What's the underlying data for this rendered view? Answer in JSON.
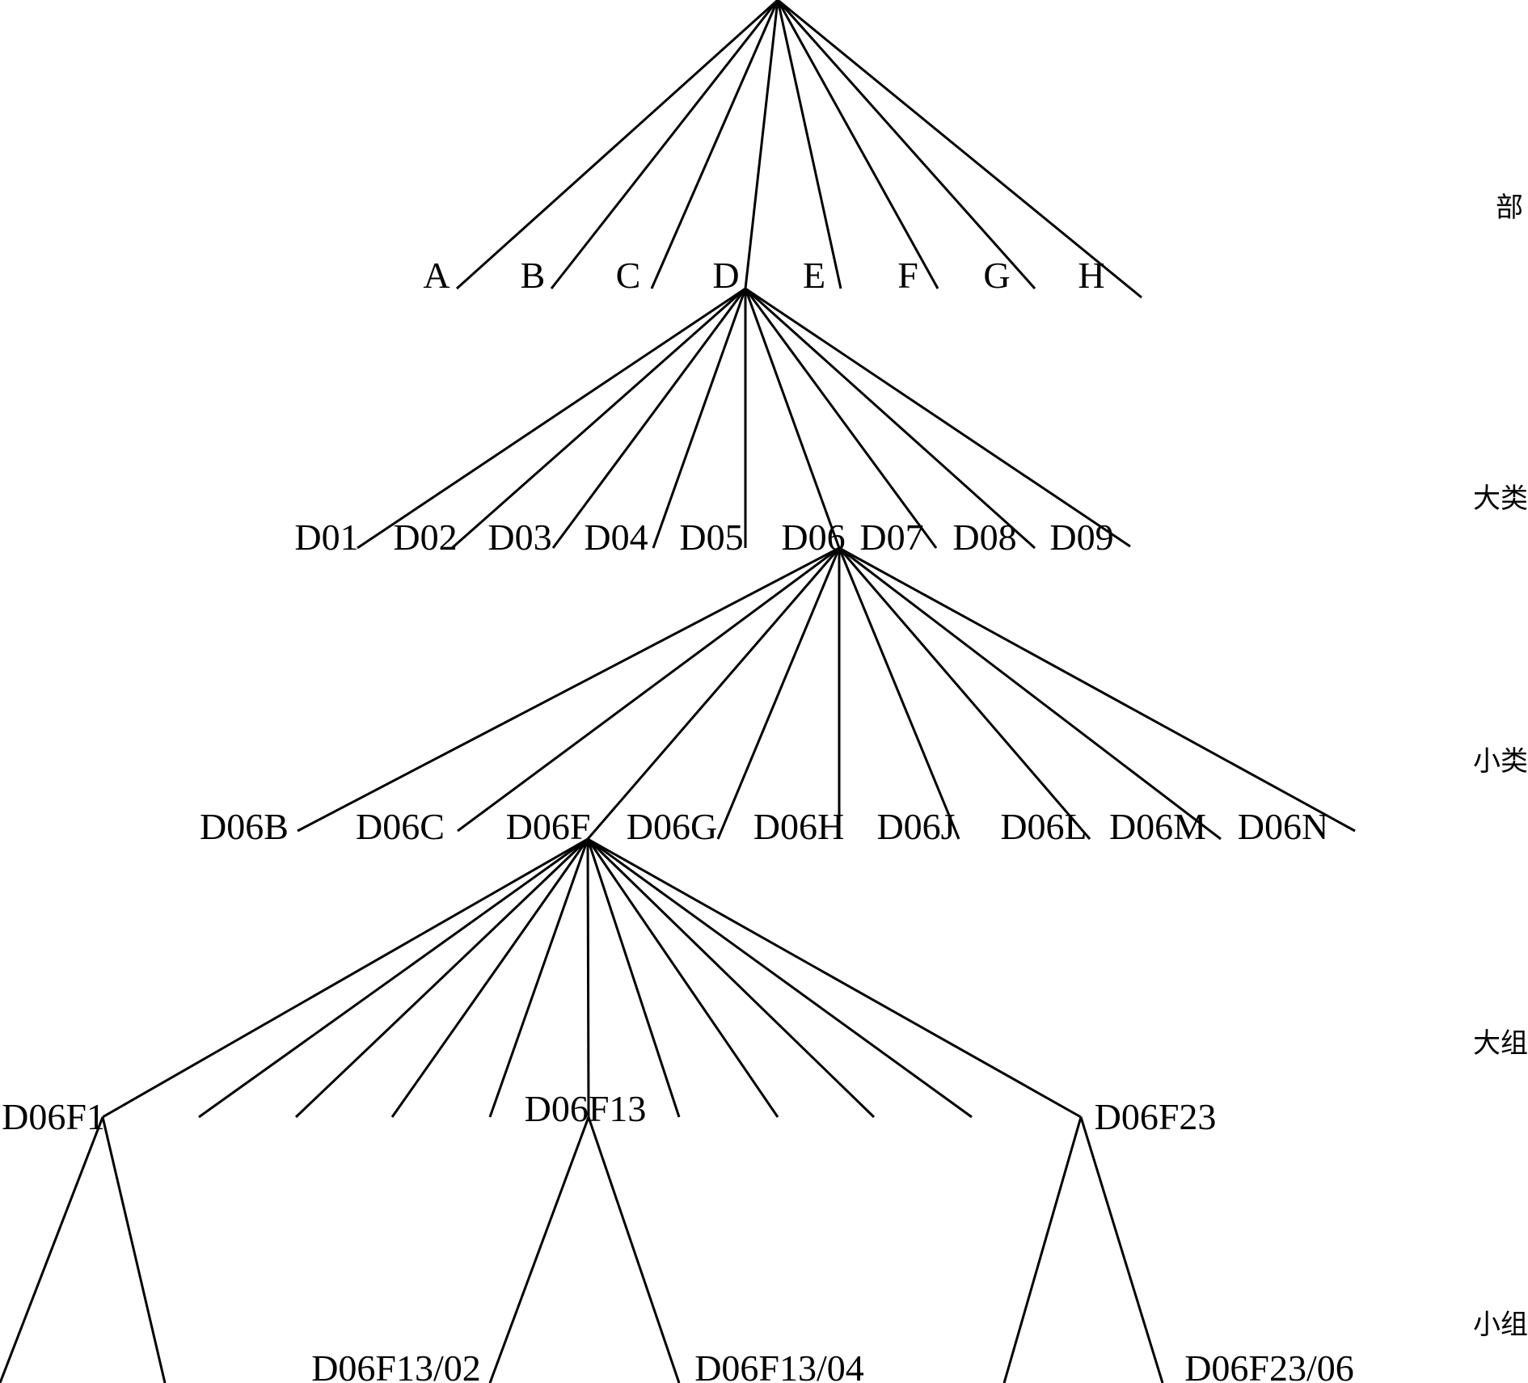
{
  "diagram": {
    "type": "classification-tree",
    "levels": [
      "部",
      "大类",
      "小类",
      "大组",
      "小组"
    ],
    "sections": [
      "A",
      "B",
      "C",
      "D",
      "E",
      "F",
      "G",
      "H"
    ],
    "classes": [
      "D01",
      "D02",
      "D03",
      "D04",
      "D05",
      "D06",
      "D07",
      "D08",
      "D09"
    ],
    "subclasses": [
      "D06B",
      "D06C",
      "D06F",
      "D06G",
      "D06H",
      "D06J",
      "D06L",
      "D06M",
      "D06N"
    ],
    "main_groups": [
      "D06F1",
      "D06F13",
      "D06F23"
    ],
    "subgroups": [
      "D06F13/02",
      "D06F13/04",
      "D06F23/06"
    ]
  }
}
